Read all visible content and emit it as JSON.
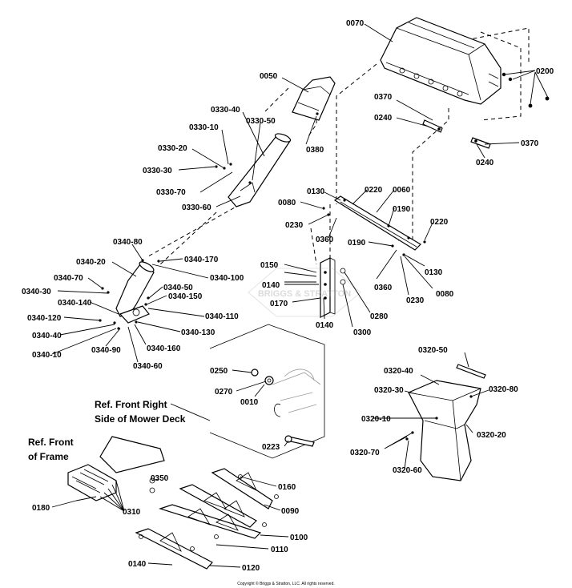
{
  "labels": {
    "p0070": "0070",
    "p0200": "0200",
    "p0370a": "0370",
    "p0240a": "0240",
    "p0370b": "0370",
    "p0240b": "0240",
    "p0050": "0050",
    "p0380": "0380",
    "p0330_40": "0330-40",
    "p0330_50": "0330-50",
    "p0330_10": "0330-10",
    "p0330_20": "0330-20",
    "p0330_30": "0330-30",
    "p0330_70": "0330-70",
    "p0330_60": "0330-60",
    "p0130a": "0130",
    "p0220a": "0220",
    "p0060": "0060",
    "p0080a": "0080",
    "p0190a": "0190",
    "p0220b": "0220",
    "p0230a": "0230",
    "p0360a": "0360",
    "p0190b": "0190",
    "p0130b": "0130",
    "p0360b": "0360",
    "p0080b": "0080",
    "p0230b": "0230",
    "p0150": "0150",
    "p0140a": "0140",
    "p0170": "0170",
    "p0140b": "0140",
    "p0280": "0280",
    "p0300": "0300",
    "p0340_80": "0340-80",
    "p0340_170": "0340-170",
    "p0340_20": "0340-20",
    "p0340_100": "0340-100",
    "p0340_70": "0340-70",
    "p0340_50": "0340-50",
    "p0340_30": "0340-30",
    "p0340_150": "0340-150",
    "p0340_140": "0340-140",
    "p0340_110": "0340-110",
    "p0340_120": "0340-120",
    "p0340_130": "0340-130",
    "p0340_40": "0340-40",
    "p0340_160": "0340-160",
    "p0340_10": "0340-10",
    "p0340_90": "0340-90",
    "p0340_60": "0340-60",
    "p0250": "0250",
    "p0270": "0270",
    "p0010": "0010",
    "p0223": "0223",
    "p0320_50": "0320-50",
    "p0320_40": "0320-40",
    "p0320_30": "0320-30",
    "p0320_80": "0320-80",
    "p0320_20": "0320-20",
    "p0320_10": "0320-10",
    "p0320_70": "0320-70",
    "p0320_60": "0320-60",
    "p0350": "0350",
    "p0180": "0180",
    "p0310": "0310",
    "p0160": "0160",
    "p0090": "0090",
    "p0100": "0100",
    "p0110": "0110",
    "p0140c": "0140",
    "p0120": "0120"
  },
  "references": {
    "front_right_line1": "Ref. Front Right",
    "front_right_line2": "Side of Mower Deck",
    "front_frame_line1": "Ref. Front",
    "front_frame_line2": "of Frame"
  },
  "watermark": "BRIGGS & STRATTON",
  "copyright": "Copyright © Briggs & Stratton, LLC. All rights reserved."
}
